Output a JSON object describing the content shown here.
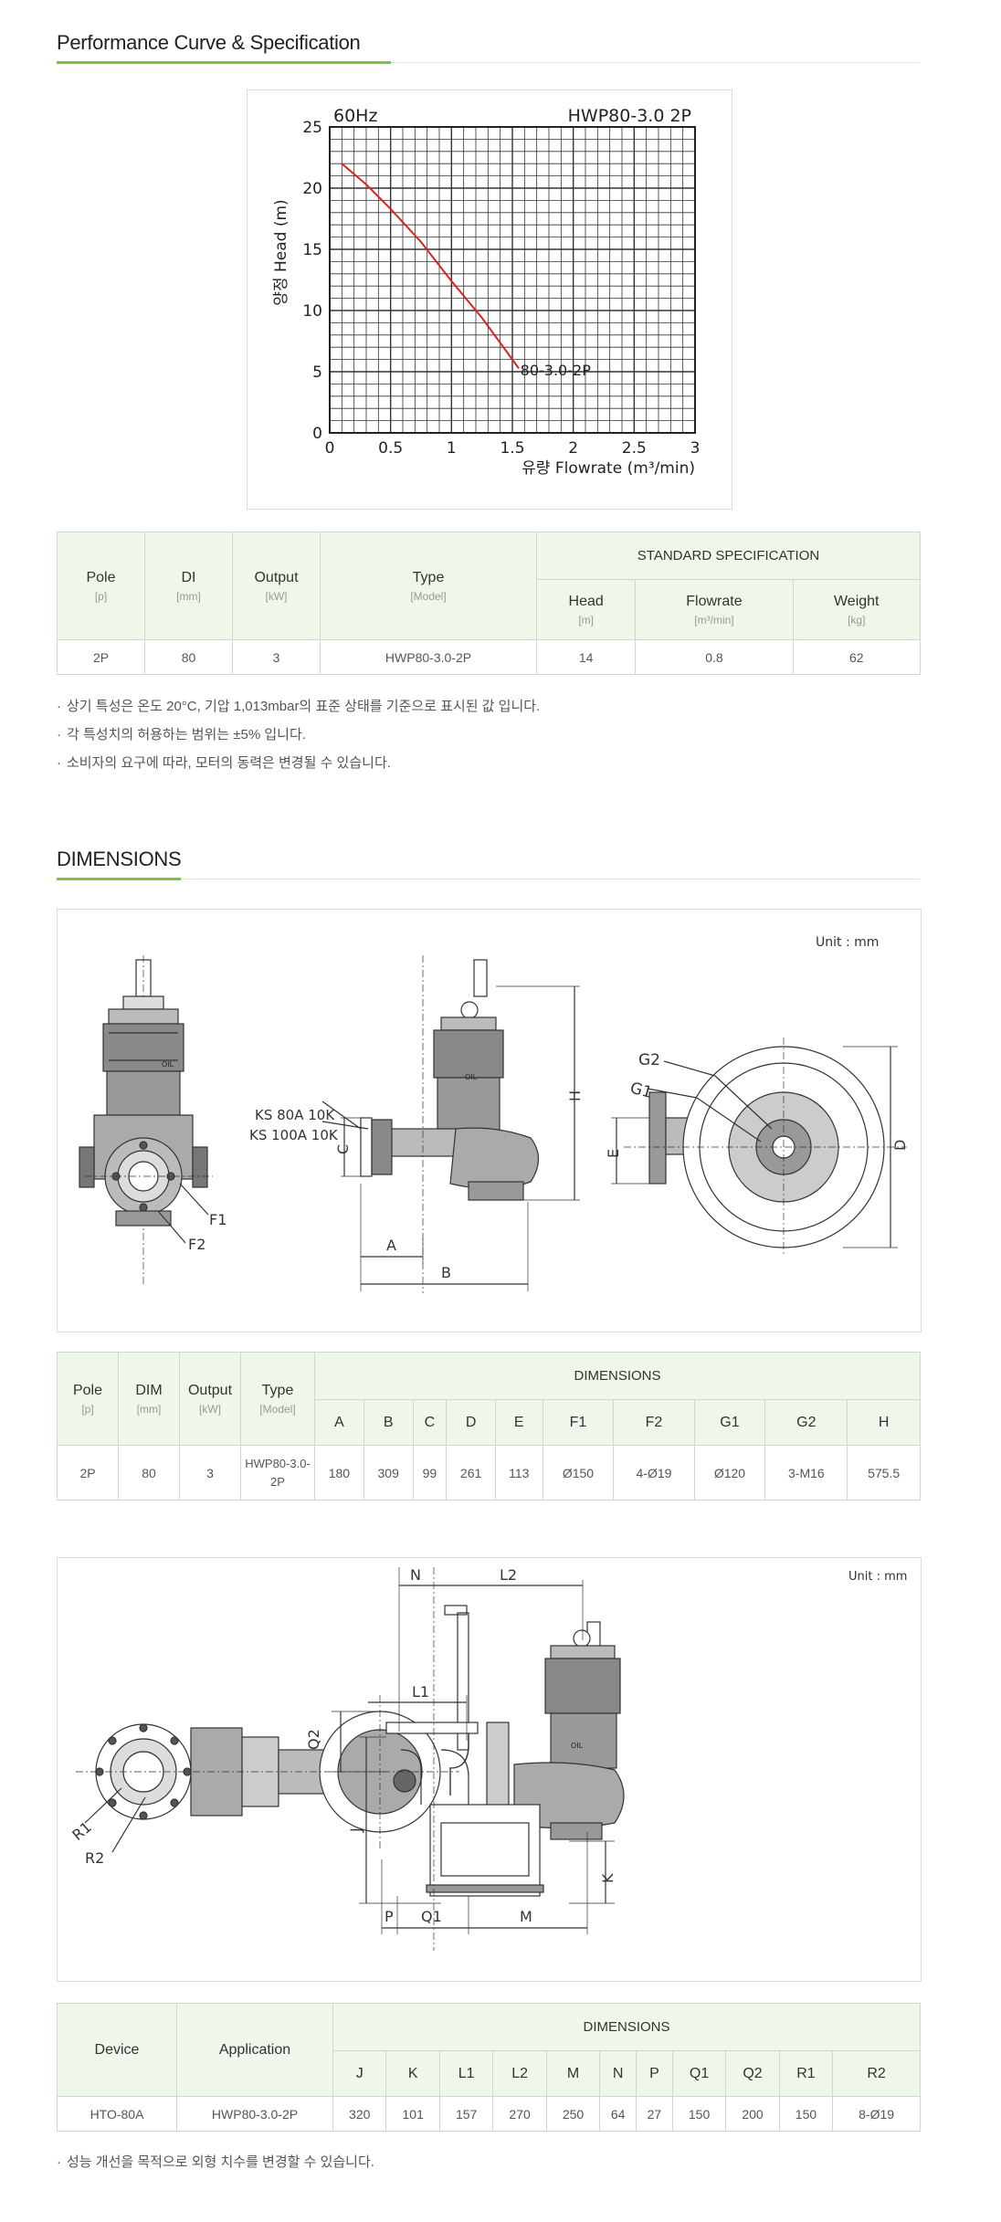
{
  "section1": {
    "title": "Performance Curve & Specification"
  },
  "chart_data": {
    "type": "line",
    "title_left": "60Hz",
    "title_right": "HWP80-3.0  2P",
    "ylabel": "양정 Head (m)",
    "xlabel": "유량 Flowrate (m³/min)",
    "xlim": [
      0,
      3
    ],
    "ylim": [
      0,
      25
    ],
    "xticks": [
      "0",
      "0.5",
      "1",
      "1.5",
      "2",
      "2.5",
      "3"
    ],
    "yticks": [
      "0",
      "5",
      "10",
      "15",
      "20",
      "25"
    ],
    "grid": true,
    "series": [
      {
        "name": "80-3.0-2P",
        "color": "#e02020",
        "x": [
          0.1,
          0.3,
          0.5,
          0.75,
          1.0,
          1.25,
          1.5,
          1.55
        ],
        "y": [
          22,
          20.3,
          18.3,
          15.6,
          12.4,
          9.4,
          6.0,
          5.3
        ]
      }
    ]
  },
  "spec_table": {
    "headers": {
      "pole": "Pole",
      "pole_unit": "[p]",
      "di": "DI",
      "di_unit": "[mm]",
      "output": "Output",
      "output_unit": "[kW]",
      "type": "Type",
      "type_unit": "[Model]",
      "standard": "STANDARD SPECIFICATION",
      "head": "Head",
      "head_unit": "[m]",
      "flowrate": "Flowrate",
      "flowrate_unit": "[m³/min]",
      "weight": "Weight",
      "weight_unit": "[kg]"
    },
    "row": {
      "pole": "2P",
      "di": "80",
      "output": "3",
      "type": "HWP80-3.0-2P",
      "head": "14",
      "flowrate": "0.8",
      "weight": "62"
    }
  },
  "notes": [
    "상기 특성은 온도 20°C, 기압 1,013mbar의 표준 상태를 기준으로 표시된 값 입니다.",
    "각 특성치의 허용하는 범위는 ±5% 입니다.",
    "소비자의 요구에 따라, 모터의 동력은 변경될 수 있습니다."
  ],
  "section2": {
    "title": "DIMENSIONS"
  },
  "drawing1": {
    "unit": "Unit : mm",
    "labels": {
      "ks80": "KS 80A 10K",
      "ks100": "KS 100A 10K",
      "f1": "F1",
      "f2": "F2",
      "a": "A",
      "b": "B",
      "c": "C",
      "h": "H",
      "g1": "G1",
      "g2": "G2",
      "e": "E",
      "d": "D",
      "oil": "OIL"
    }
  },
  "dim_table": {
    "headers": {
      "pole": "Pole",
      "pole_unit": "[p]",
      "dim": "DIM",
      "dim_unit": "[mm]",
      "output": "Output",
      "output_unit": "[kW]",
      "type": "Type",
      "type_unit": "[Model]",
      "dimensions": "DIMENSIONS"
    },
    "cols": [
      "A",
      "B",
      "C",
      "D",
      "E",
      "F1",
      "F2",
      "G1",
      "G2",
      "H"
    ],
    "row": {
      "pole": "2P",
      "dim": "80",
      "output": "3",
      "type": "HWP80-3.0-2P",
      "values": [
        "180",
        "309",
        "99",
        "261",
        "113",
        "Ø150",
        "4-Ø19",
        "Ø120",
        "3-M16",
        "575.5"
      ]
    }
  },
  "drawing2": {
    "unit": "Unit : mm",
    "labels": {
      "n": "N",
      "l2": "L2",
      "l1": "L1",
      "q2": "Q2",
      "r1": "R1",
      "r2": "R2",
      "j": "J",
      "k": "K",
      "p": "P",
      "q1": "Q1",
      "m": "M",
      "oil": "OIL"
    }
  },
  "hto_table": {
    "headers": {
      "device": "Device",
      "application": "Application",
      "dimensions": "DIMENSIONS"
    },
    "cols": [
      "J",
      "K",
      "L1",
      "L2",
      "M",
      "N",
      "P",
      "Q1",
      "Q2",
      "R1",
      "R2"
    ],
    "row": {
      "device": "HTO-80A",
      "application": "HWP80-3.0-2P",
      "values": [
        "320",
        "101",
        "157",
        "270",
        "250",
        "64",
        "27",
        "150",
        "200",
        "150",
        "8-Ø19"
      ]
    }
  },
  "footer_note": "성능 개선을 목적으로 외형 치수를 변경할 수 있습니다."
}
